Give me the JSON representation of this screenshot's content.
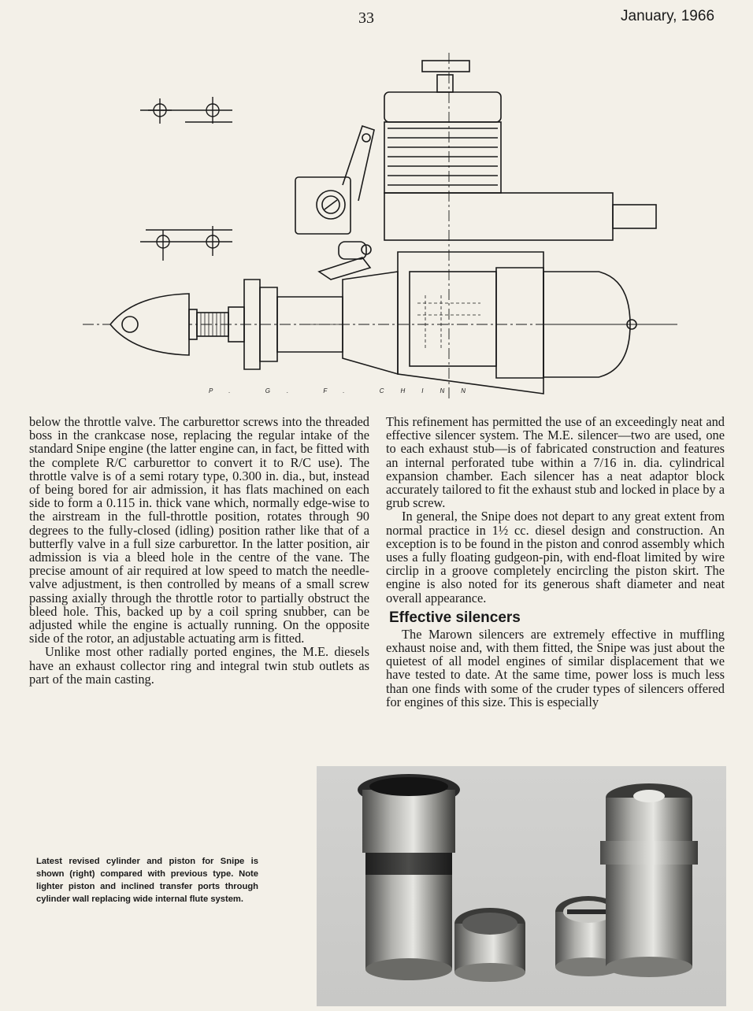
{
  "header": {
    "page_number": "33",
    "date": "January, 1966"
  },
  "drawing": {
    "credit": "P. G. F. CHINN"
  },
  "article": {
    "left_column": [
      "below the throttle valve. The carburettor screws into the threaded boss in the crankcase nose, replacing the regular intake of the standard Snipe engine (the latter engine can, in fact, be fitted with the complete R/C carburettor to convert it to R/C use). The throttle valve is of a semi rotary type, 0.300 in. dia., but, instead of being bored for air admission, it has flats machined on each side to form a 0.115 in. thick vane which, normally edge-wise to the airstream in the full-throttle position, rotates through 90 degrees to the fully-closed (idling) position rather like that of a butterfly valve in a full size carburettor. In the latter position, air admission is via a bleed hole in the centre of the vane. The precise amount of air required at low speed to match the needle-valve adjustment, is then controlled by means of a small screw passing axially through the throttle rotor to partially obstruct the bleed hole. This, backed up by a coil spring snubber, can be adjusted while the engine is actually running. On the opposite side of the rotor, an adjustable actuating arm is fitted.",
      "Unlike most other radially ported engines, the M.E. diesels have an exhaust collector ring and integral twin stub outlets as part of the main casting."
    ],
    "right_column_1": [
      "This refinement has permitted the use of an exceedingly neat and effective silencer system. The M.E. silencer—two are used, one to each exhaust stub—is of fabricated construction and features an internal perforated tube within a 7/16 in. dia. cylindrical expansion chamber. Each silencer has a neat adaptor block accurately tailored to fit the exhaust stub and locked in place by a grub screw.",
      "In general, the Snipe does not depart to any great extent from normal practice in 1½ cc. diesel design and construction. An exception is to be found in the piston and conrod assembly which uses a fully floating gudgeon-pin, with end-float limited by wire circlip in a groove completely encircling the piston skirt. The engine is also noted for its generous shaft diameter and neat overall appearance."
    ],
    "subheading": "Effective silencers",
    "right_column_2": [
      "The Marown silencers are extremely effective in muffling exhaust noise and, with them fitted, the Snipe was just about the quietest of all model engines of similar displacement that we have tested to date. At the same time, power loss is much less than one finds with some of the cruder types of silencers offered for engines of this size. This is especially"
    ]
  },
  "photo": {
    "caption": "Latest revised cylinder and piston for Snipe is shown (right) compared with previous type. Note lighter piston and inclined transfer ports through cylinder wall replacing wide internal flute system."
  }
}
